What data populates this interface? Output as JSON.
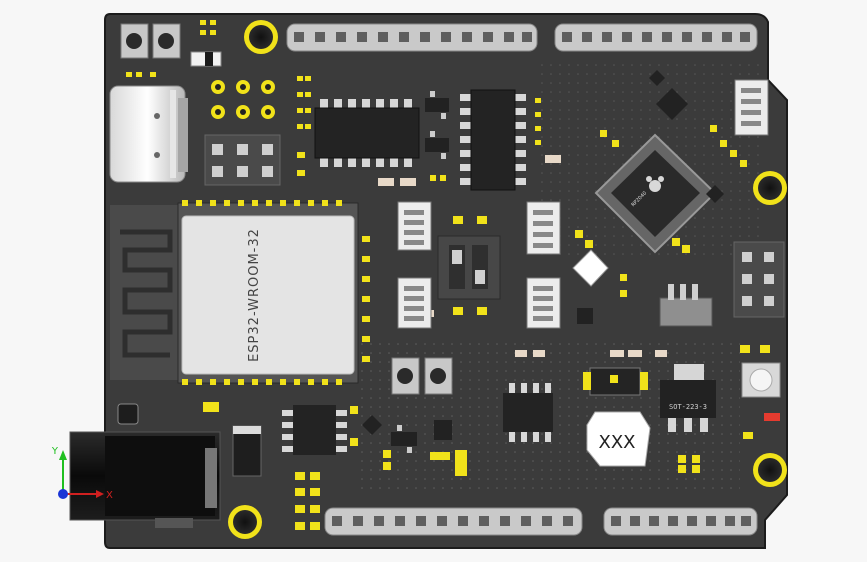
{
  "module_label": "ESP32-WROOM-32",
  "chip_brand_label": "RP2040",
  "marker_label": "XXX",
  "regulator_label": "SOT-223-3",
  "axis": {
    "y_label": "Y",
    "x_label": "X"
  },
  "colors": {
    "board": "#3b3b3b",
    "pad_gold": "#f1e21a",
    "module_shield": "#e4e4e4",
    "header": "#c9c9c9",
    "ic_body": "#232323",
    "barrel_jack": "#111111"
  },
  "icons": [
    "usb-c-connector-icon",
    "raspberry-logo-icon",
    "axis-triad-icon",
    "barrel-jack-icon"
  ]
}
